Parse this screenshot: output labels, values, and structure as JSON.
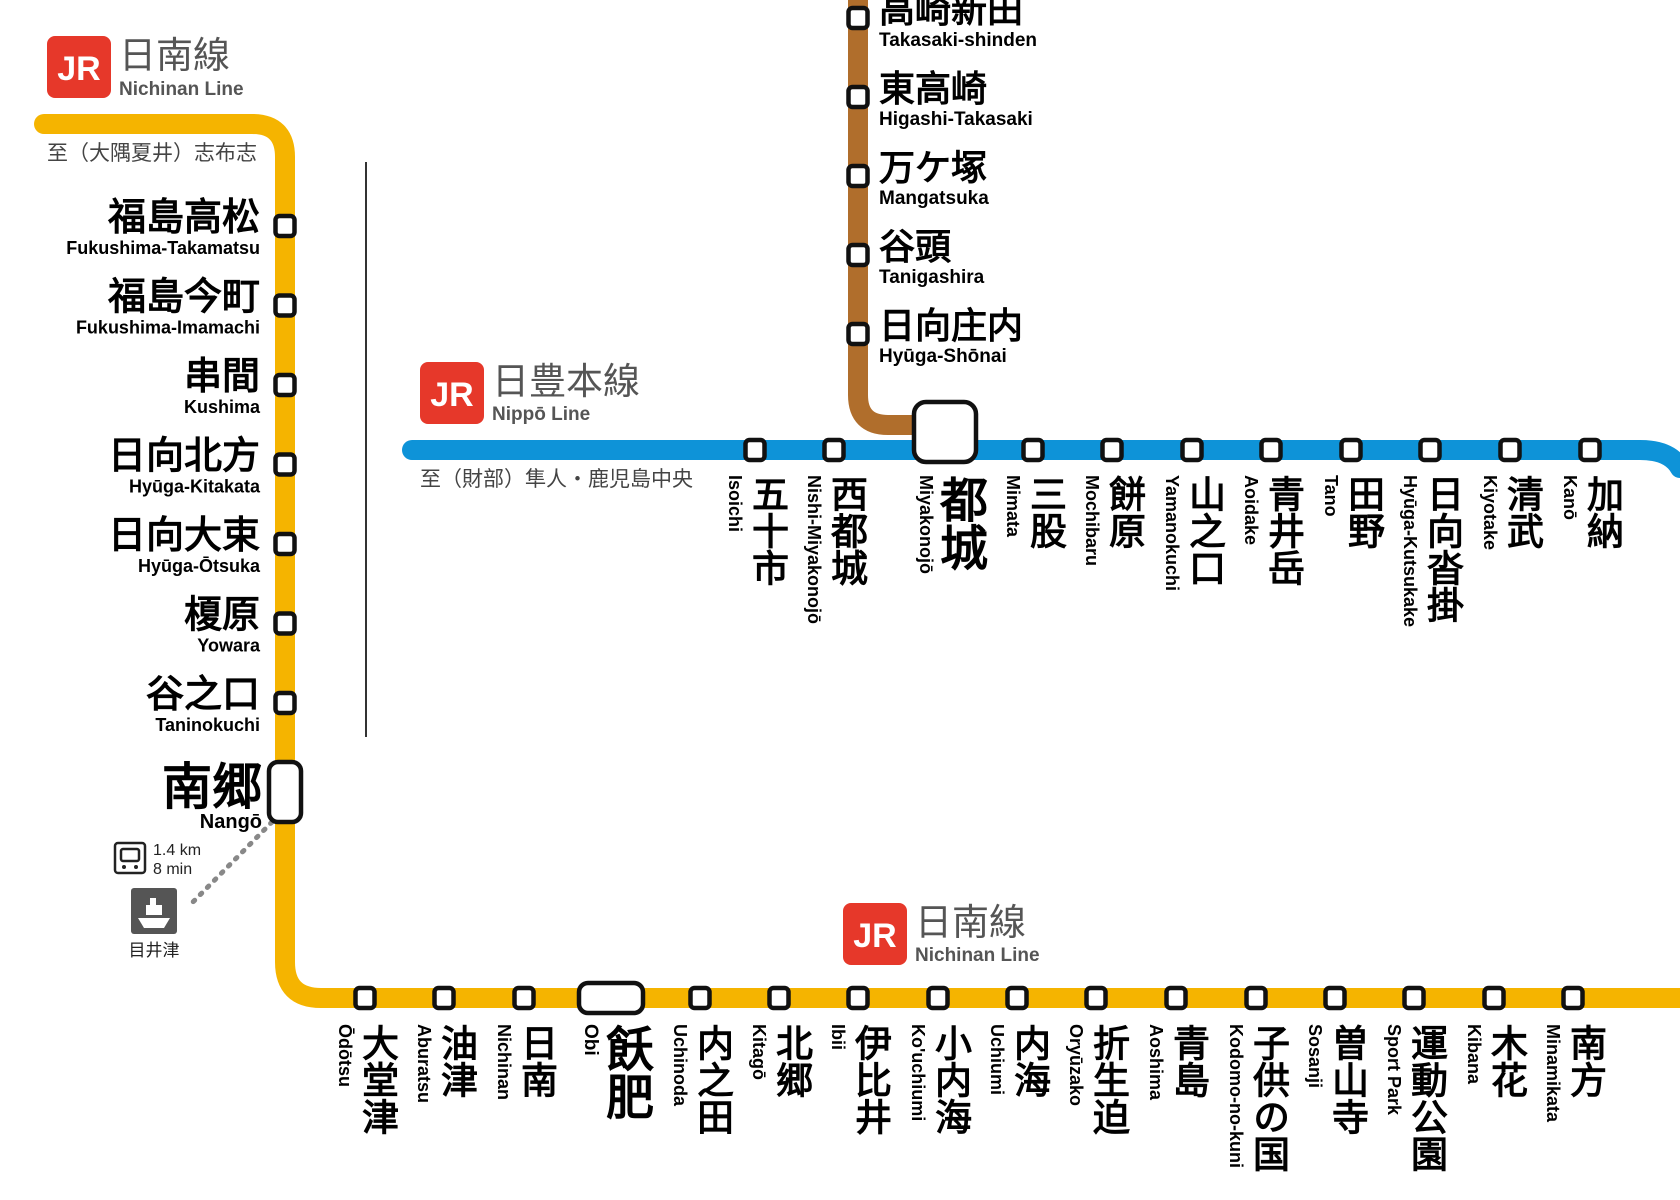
{
  "colors": {
    "nichinan": "#F5B400",
    "nippo": "#0E93D8",
    "kitto": "#B06E2C",
    "jr": "#E6382A",
    "station_stroke": "#111111"
  },
  "logos": {
    "top": {
      "badge": "JR",
      "jp": "日南線",
      "en": "Nichinan Line"
    },
    "nippo": {
      "badge": "JR",
      "jp": "日豊本線",
      "en": "Nippō Line"
    },
    "bottom": {
      "badge": "JR",
      "jp": "日南線",
      "en": "Nichinan Line"
    }
  },
  "destinations": {
    "nichinan_top": "至（大隅夏井）志布志",
    "nippo_left": "至（財部）隼人・鹿児島中央"
  },
  "nango_connection": {
    "bus_icon": "bus-icon",
    "distance": "1.4 km",
    "time": "8 min",
    "port_icon": "ferry-icon",
    "port_name": "目井津"
  },
  "stations": {
    "kitto": [
      {
        "jp": "高崎新田",
        "en": "Takasaki-shinden"
      },
      {
        "jp": "東高崎",
        "en": "Higashi-Takasaki"
      },
      {
        "jp": "万ケ塚",
        "en": "Mangatsuka"
      },
      {
        "jp": "谷頭",
        "en": "Tanigashira"
      },
      {
        "jp": "日向庄内",
        "en": "Hyūga-Shōnai"
      }
    ],
    "nichinan_vertical": [
      {
        "jp": "福島高松",
        "en": "Fukushima-Takamatsu"
      },
      {
        "jp": "福島今町",
        "en": "Fukushima-Imamachi"
      },
      {
        "jp": "串間",
        "en": "Kushima"
      },
      {
        "jp": "日向北方",
        "en": "Hyūga-Kitakata"
      },
      {
        "jp": "日向大束",
        "en": "Hyūga-Ōtsuka"
      },
      {
        "jp": "榎原",
        "en": "Yowara"
      },
      {
        "jp": "谷之口",
        "en": "Taninokuchi"
      }
    ],
    "nango": {
      "jp": "南郷",
      "en": "Nangō"
    },
    "nippo": [
      {
        "jp": "五十市",
        "en": "Isoichi"
      },
      {
        "jp": "西都城",
        "en": "Nishi-Miyakonojō"
      },
      {
        "jp": "都城",
        "en": "Miyakonojō",
        "major": true
      },
      {
        "jp": "三股",
        "en": "Mimata"
      },
      {
        "jp": "餅原",
        "en": "Mochibaru"
      },
      {
        "jp": "山之口",
        "en": "Yamanokuchi"
      },
      {
        "jp": "青井岳",
        "en": "Aoidake"
      },
      {
        "jp": "田野",
        "en": "Tano"
      },
      {
        "jp": "日向沓掛",
        "en": "Hyūga-Kutsukake"
      },
      {
        "jp": "清武",
        "en": "Kiyotake"
      },
      {
        "jp": "加納",
        "en": "Kanō"
      }
    ],
    "nichinan_bottom": [
      {
        "jp": "大堂津",
        "en": "Ōdōtsu"
      },
      {
        "jp": "油津",
        "en": "Aburatsu"
      },
      {
        "jp": "日南",
        "en": "Nichinan"
      },
      {
        "jp": "飫肥",
        "en": "Obi",
        "major": true
      },
      {
        "jp": "内之田",
        "en": "Uchinoda"
      },
      {
        "jp": "北郷",
        "en": "Kitagō"
      },
      {
        "jp": "伊比井",
        "en": "Ibii"
      },
      {
        "jp": "小内海",
        "en": "Ko'uchiumi"
      },
      {
        "jp": "内海",
        "en": "Uchiumi"
      },
      {
        "jp": "折生迫",
        "en": "Oryūzako"
      },
      {
        "jp": "青島",
        "en": "Aoshima"
      },
      {
        "jp": "子供の国",
        "en": "Kodomo-no-kuni"
      },
      {
        "jp": "曽山寺",
        "en": "Sosanji"
      },
      {
        "jp": "運動公園",
        "en": "Sport Park"
      },
      {
        "jp": "木花",
        "en": "Kibana"
      },
      {
        "jp": "南方",
        "en": "Minamikata"
      }
    ]
  }
}
